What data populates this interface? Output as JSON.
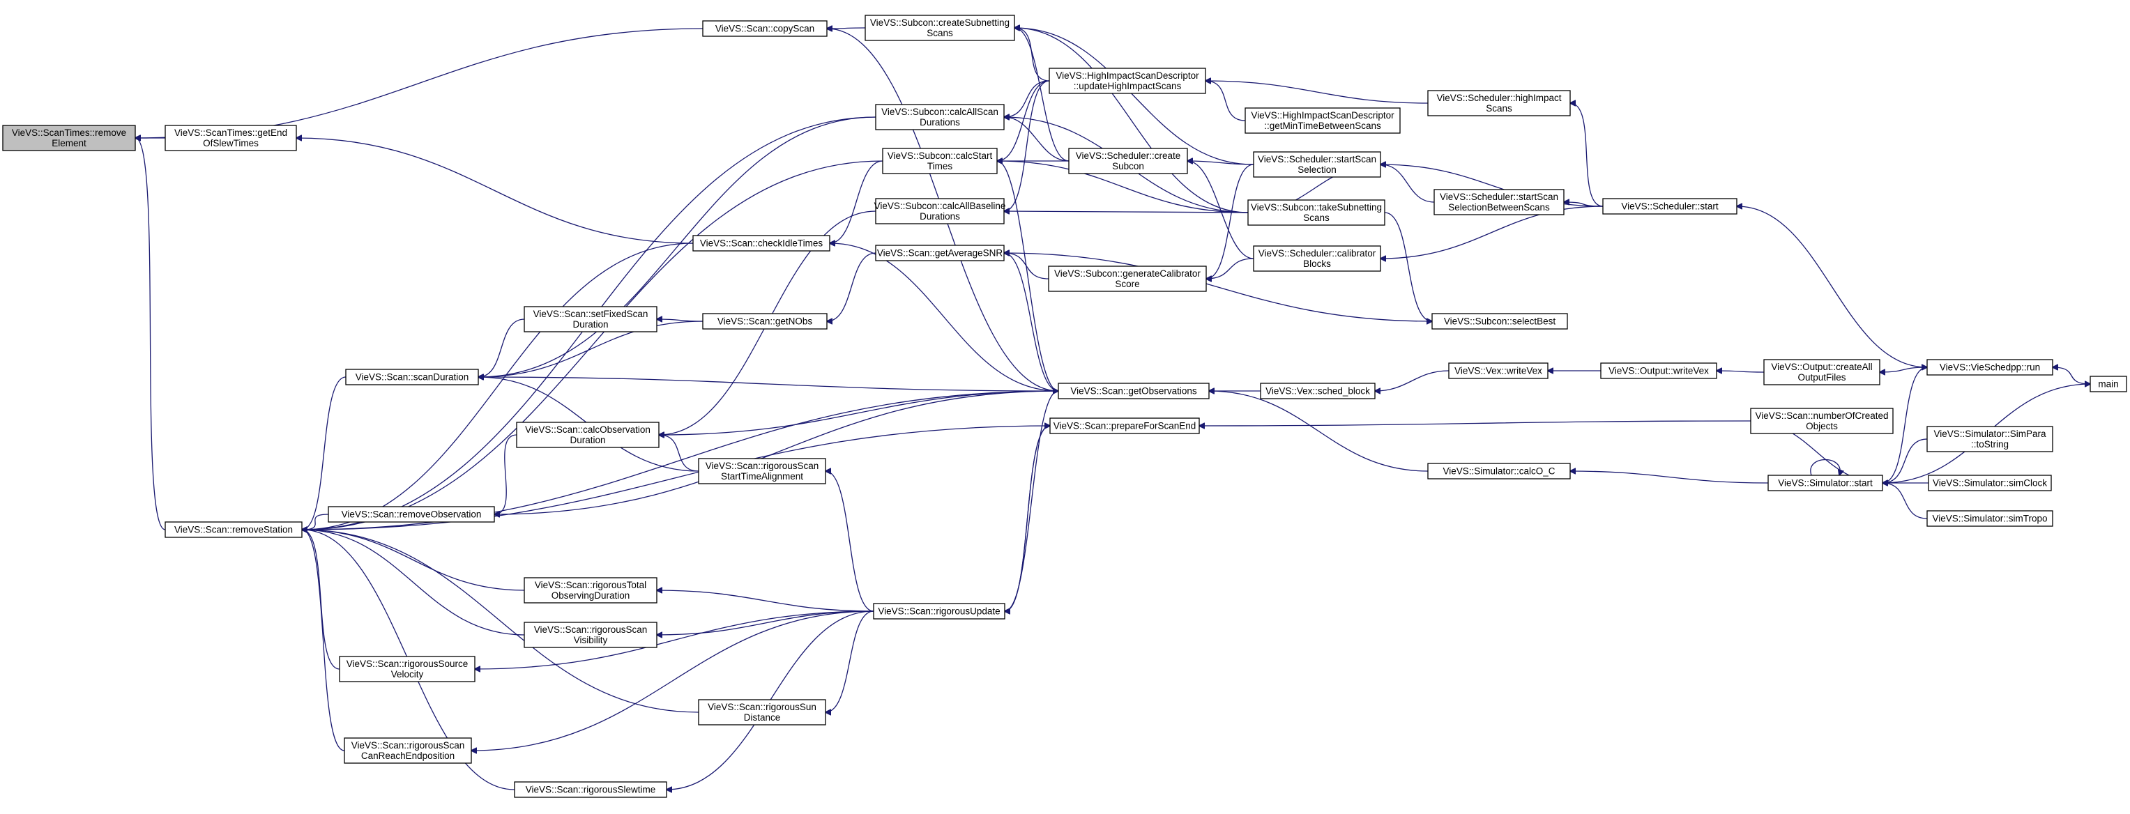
{
  "colors": {
    "edge": "#191970",
    "root_fill": "#bfbfbf",
    "node_fill": "#ffffff",
    "node_border": "#000000"
  },
  "nodes": {
    "remove_element": {
      "lines": [
        "VieVS::ScanTimes::remove",
        "Element"
      ]
    },
    "get_end_slew": {
      "lines": [
        "VieVS::ScanTimes::getEnd",
        "OfSlewTimes"
      ]
    },
    "remove_station": {
      "lines": [
        "VieVS::Scan::removeStation"
      ]
    },
    "copy_scan": {
      "lines": [
        "VieVS::Scan::copyScan"
      ]
    },
    "create_subnetting": {
      "lines": [
        "VieVS::Subcon::createSubnetting",
        "Scans"
      ]
    },
    "calc_all_scan_dur": {
      "lines": [
        "VieVS::Subcon::calcAllScan",
        "Durations"
      ]
    },
    "calc_start_times": {
      "lines": [
        "VieVS::Subcon::calcStart",
        "Times"
      ]
    },
    "calc_all_baseline": {
      "lines": [
        "VieVS::Subcon::calcAllBaseline",
        "Durations"
      ]
    },
    "check_idle": {
      "lines": [
        "VieVS::Scan::checkIdleTimes"
      ]
    },
    "get_avg_snr": {
      "lines": [
        "VieVS::Scan::getAverageSNR"
      ]
    },
    "set_fixed": {
      "lines": [
        "VieVS::Scan::setFixedScan",
        "Duration"
      ]
    },
    "get_nobs": {
      "lines": [
        "VieVS::Scan::getNObs"
      ]
    },
    "scan_duration": {
      "lines": [
        "VieVS::Scan::scanDuration"
      ]
    },
    "calc_obs_dur": {
      "lines": [
        "VieVS::Scan::calcObservation",
        "Duration"
      ]
    },
    "rigorous_align": {
      "lines": [
        "VieVS::Scan::rigorousScan",
        "StartTimeAlignment"
      ]
    },
    "remove_observation": {
      "lines": [
        "VieVS::Scan::removeObservation"
      ]
    },
    "rig_total": {
      "lines": [
        "VieVS::Scan::rigorousTotal",
        "ObservingDuration"
      ]
    },
    "rig_visibility": {
      "lines": [
        "VieVS::Scan::rigorousScan",
        "Visibility"
      ]
    },
    "rig_source_vel": {
      "lines": [
        "VieVS::Scan::rigorousSource",
        "Velocity"
      ]
    },
    "rig_sun": {
      "lines": [
        "VieVS::Scan::rigorousSun",
        "Distance"
      ]
    },
    "rig_reach": {
      "lines": [
        "VieVS::Scan::rigorousScan",
        "CanReachEndposition"
      ]
    },
    "rig_slew": {
      "lines": [
        "VieVS::Scan::rigorousSlewtime"
      ]
    },
    "rigorous_update": {
      "lines": [
        "VieVS::Scan::rigorousUpdate"
      ]
    },
    "get_observations": {
      "lines": [
        "VieVS::Scan::getObservations"
      ]
    },
    "prepare_scan_end": {
      "lines": [
        "VieVS::Scan::prepareForScanEnd"
      ]
    },
    "hisd_update": {
      "lines": [
        "VieVS::HighImpactScanDescriptor",
        "::updateHighImpactScans"
      ]
    },
    "hisd_min_time": {
      "lines": [
        "VieVS::HighImpactScanDescriptor",
        "::getMinTimeBetweenScans"
      ]
    },
    "sched_create_subcon": {
      "lines": [
        "VieVS::Scheduler::create",
        "Subcon"
      ]
    },
    "gen_calibrator_score": {
      "lines": [
        "VieVS::Subcon::generateCalibrator",
        "Score"
      ]
    },
    "sched_start_sel": {
      "lines": [
        "VieVS::Scheduler::startScan",
        "Selection"
      ]
    },
    "take_subnetting": {
      "lines": [
        "VieVS::Subcon::takeSubnetting",
        "Scans"
      ]
    },
    "sched_calibrator": {
      "lines": [
        "VieVS::Scheduler::calibrator",
        "Blocks"
      ]
    },
    "sched_high_impact": {
      "lines": [
        "VieVS::Scheduler::highImpact",
        "Scans"
      ]
    },
    "sched_start_between": {
      "lines": [
        "VieVS::Scheduler::startScan",
        "SelectionBetweenScans"
      ]
    },
    "sched_start": {
      "lines": [
        "VieVS::Scheduler::start"
      ]
    },
    "select_best": {
      "lines": [
        "VieVS::Subcon::selectBest"
      ]
    },
    "sched_block": {
      "lines": [
        "VieVS::Vex::sched_block"
      ]
    },
    "write_vex": {
      "lines": [
        "VieVS::Vex::writeVex"
      ]
    },
    "output_write_vex": {
      "lines": [
        "VieVS::Output::writeVex"
      ]
    },
    "create_all_output": {
      "lines": [
        "VieVS::Output::createAll",
        "OutputFiles"
      ]
    },
    "vieschedpp_run": {
      "lines": [
        "VieVS::VieSchedpp::run"
      ]
    },
    "main": {
      "lines": [
        "main"
      ]
    },
    "num_created": {
      "lines": [
        "VieVS::Scan::numberOfCreated",
        "Objects"
      ]
    },
    "sim_calc_oc": {
      "lines": [
        "VieVS::Simulator::calcO_C"
      ]
    },
    "sim_start": {
      "lines": [
        "VieVS::Simulator::start"
      ]
    },
    "sim_para": {
      "lines": [
        "VieVS::Simulator::SimPara",
        "::toString"
      ]
    },
    "sim_clock": {
      "lines": [
        "VieVS::Simulator::simClock"
      ]
    },
    "sim_tropo": {
      "lines": [
        "VieVS::Simulator::simTropo"
      ]
    }
  },
  "edges": [
    [
      "copy_scan",
      "remove_element"
    ],
    [
      "get_end_slew",
      "remove_element"
    ],
    [
      "remove_station",
      "remove_element"
    ],
    [
      "check_idle",
      "get_end_slew"
    ],
    [
      "create_subnetting",
      "copy_scan"
    ],
    [
      "get_observations",
      "copy_scan"
    ],
    [
      "hisd_update",
      "create_subnetting"
    ],
    [
      "sched_create_subcon",
      "create_subnetting"
    ],
    [
      "take_subnetting",
      "create_subnetting"
    ],
    [
      "sched_start_sel",
      "create_subnetting"
    ],
    [
      "hisd_update",
      "calc_all_scan_dur"
    ],
    [
      "sched_create_subcon",
      "calc_all_scan_dur"
    ],
    [
      "take_subnetting",
      "calc_all_scan_dur"
    ],
    [
      "hisd_update",
      "calc_start_times"
    ],
    [
      "sched_create_subcon",
      "calc_start_times"
    ],
    [
      "take_subnetting",
      "calc_start_times"
    ],
    [
      "hisd_update",
      "calc_all_baseline"
    ],
    [
      "take_subnetting",
      "calc_all_baseline"
    ],
    [
      "calc_start_times",
      "check_idle"
    ],
    [
      "get_observations",
      "check_idle"
    ],
    [
      "gen_calibrator_score",
      "get_avg_snr"
    ],
    [
      "select_best",
      "get_avg_snr"
    ],
    [
      "get_observations",
      "get_avg_snr"
    ],
    [
      "get_nobs",
      "set_fixed"
    ],
    [
      "get_nobs",
      "scan_duration"
    ],
    [
      "set_fixed",
      "scan_duration"
    ],
    [
      "get_observations",
      "scan_duration"
    ],
    [
      "calc_all_scan_dur",
      "scan_duration"
    ],
    [
      "get_observations",
      "calc_obs_dur"
    ],
    [
      "calc_all_baseline",
      "calc_obs_dur"
    ],
    [
      "rigorous_align",
      "calc_obs_dur"
    ],
    [
      "get_observations",
      "remove_observation"
    ],
    [
      "rigorous_update",
      "rig_total"
    ],
    [
      "rigorous_update",
      "rig_visibility"
    ],
    [
      "rigorous_update",
      "rig_source_vel"
    ],
    [
      "rigorous_update",
      "rig_sun"
    ],
    [
      "rigorous_update",
      "rig_reach"
    ],
    [
      "rigorous_update",
      "rig_slew"
    ],
    [
      "rigorous_update",
      "rigorous_align"
    ],
    [
      "sched_block",
      "get_observations"
    ],
    [
      "sim_calc_oc",
      "get_observations"
    ],
    [
      "prepare_scan_end",
      "remove_station"
    ],
    [
      "num_created",
      "prepare_scan_end"
    ],
    [
      "rigorous_update",
      "prepare_scan_end"
    ],
    [
      "hisd_min_time",
      "hisd_update"
    ],
    [
      "sched_high_impact",
      "hisd_update"
    ],
    [
      "sched_start_sel",
      "sched_create_subcon"
    ],
    [
      "sched_calibrator",
      "sched_create_subcon"
    ],
    [
      "sched_start_sel",
      "gen_calibrator_score"
    ],
    [
      "sched_calibrator",
      "gen_calibrator_score"
    ],
    [
      "sched_start_sel",
      "take_subnetting"
    ],
    [
      "sched_start_between",
      "sched_start_sel"
    ],
    [
      "sched_start",
      "sched_start_sel"
    ],
    [
      "sched_start",
      "sched_start_between"
    ],
    [
      "sched_start",
      "sched_high_impact"
    ],
    [
      "sched_start",
      "sched_calibrator"
    ],
    [
      "take_subnetting",
      "select_best"
    ],
    [
      "write_vex",
      "sched_block"
    ],
    [
      "output_write_vex",
      "write_vex"
    ],
    [
      "create_all_output",
      "output_write_vex"
    ],
    [
      "vieschedpp_run",
      "create_all_output"
    ],
    [
      "main",
      "vieschedpp_run"
    ],
    [
      "vieschedpp_run",
      "sched_start"
    ],
    [
      "sim_start",
      "sim_calc_oc"
    ],
    [
      "sim_start",
      "num_created"
    ],
    [
      "sim_start",
      "vieschedpp_run"
    ],
    [
      "sim_start",
      "main"
    ],
    [
      "sim_para",
      "sim_start"
    ],
    [
      "sim_clock",
      "sim_start"
    ],
    [
      "sim_tropo",
      "sim_start"
    ],
    [
      "sim_start",
      "sim_start"
    ],
    [
      "calc_all_scan_dur",
      "remove_station"
    ],
    [
      "calc_start_times",
      "remove_station"
    ],
    [
      "check_idle",
      "remove_station"
    ],
    [
      "scan_duration",
      "remove_station"
    ],
    [
      "remove_observation",
      "remove_station"
    ],
    [
      "rig_total",
      "remove_station"
    ],
    [
      "rig_visibility",
      "remove_station"
    ],
    [
      "rig_source_vel",
      "remove_station"
    ],
    [
      "rig_sun",
      "remove_station"
    ],
    [
      "rig_reach",
      "remove_station"
    ],
    [
      "rig_slew",
      "remove_station"
    ],
    [
      "get_observations",
      "remove_station"
    ],
    [
      "rigorous_align",
      "scan_duration"
    ],
    [
      "calc_obs_dur",
      "remove_observation"
    ],
    [
      "get_observations",
      "rigorous_update"
    ],
    [
      "prepare_scan_end",
      "rigorous_update"
    ],
    [
      "calc_start_times",
      "get_observations"
    ],
    [
      "get_avg_snr",
      "get_nobs"
    ]
  ]
}
